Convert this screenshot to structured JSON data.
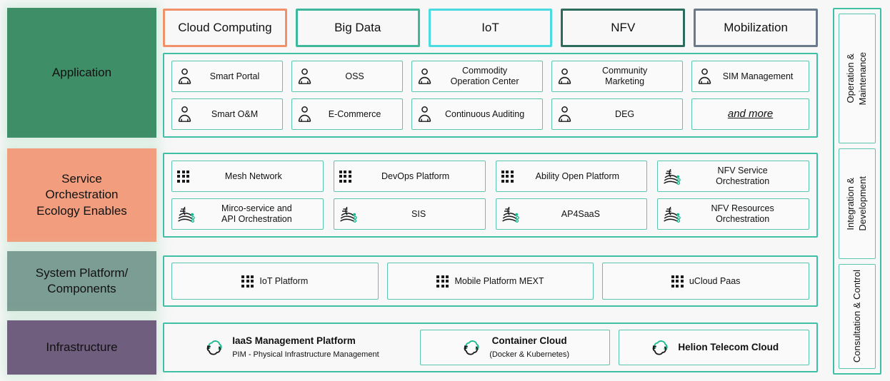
{
  "categories": [
    {
      "label": "Cloud Computing",
      "color": "#f0916a"
    },
    {
      "label": "Big Data",
      "color": "#3fb79b"
    },
    {
      "label": "IoT",
      "color": "#49dbe0"
    },
    {
      "label": "NFV",
      "color": "#2d6b5c"
    },
    {
      "label": "Mobilization",
      "color": "#6b7a8a"
    }
  ],
  "layers": [
    {
      "label": "Application",
      "color": "#3e8e68"
    },
    {
      "label": "Service\nOrchestration\nEcology Enables",
      "color": "#f29e7e"
    },
    {
      "label": "System Platform/\nComponents",
      "color": "#7c9d93"
    },
    {
      "label": "Infrastructure",
      "color": "#6f5e7e"
    }
  ],
  "application": {
    "items": [
      {
        "label": "Smart Portal",
        "icon": "person-icon"
      },
      {
        "label": "OSS",
        "icon": "person-icon"
      },
      {
        "label": "Commodity\nOperation Center",
        "icon": "person-icon"
      },
      {
        "label": "Community\nMarketing",
        "icon": "person-icon"
      },
      {
        "label": "SIM Management",
        "icon": "person-icon"
      },
      {
        "label": "Smart O&M",
        "icon": "person-icon"
      },
      {
        "label": "E-Commerce",
        "icon": "person-icon"
      },
      {
        "label": "Continuous Auditing",
        "icon": "person-icon"
      },
      {
        "label": "DEG",
        "icon": "person-icon"
      },
      {
        "label": "and more",
        "icon": "none"
      }
    ]
  },
  "service_orchestration": {
    "items": [
      {
        "label": "Mesh Network",
        "icon": "dot-grid-icon"
      },
      {
        "label": "DevOps Platform",
        "icon": "dot-grid-icon"
      },
      {
        "label": "Ability Open Platform",
        "icon": "dot-grid-icon"
      },
      {
        "label": "NFV Service\nOrchestration",
        "icon": "orchestration-icon"
      },
      {
        "label": "Mirco-service and\nAPI Orchestration",
        "icon": "orchestration-icon"
      },
      {
        "label": "SIS",
        "icon": "orchestration-icon"
      },
      {
        "label": "AP4SaaS",
        "icon": "orchestration-icon"
      },
      {
        "label": "NFV Resources\nOrchestration",
        "icon": "orchestration-icon"
      }
    ]
  },
  "system_platform": {
    "items": [
      {
        "label": "IoT Platform",
        "icon": "dot-grid-icon"
      },
      {
        "label": "Mobile Platform MEXT",
        "icon": "dot-grid-icon"
      },
      {
        "label": "uCloud Paas",
        "icon": "dot-grid-icon"
      }
    ]
  },
  "infrastructure": {
    "items": [
      {
        "title": "IaaS Management Platform",
        "subtitle": "PIM - Physical Infrastructure Management",
        "icon": "cloud-cycle-icon",
        "bordered": false
      },
      {
        "title": "Container Cloud",
        "subtitle": "(Docker & Kubernetes)",
        "icon": "cloud-cycle-icon",
        "bordered": true
      },
      {
        "title": "Helion Telecom Cloud",
        "subtitle": "",
        "icon": "cloud-cycle-icon",
        "bordered": true
      }
    ]
  },
  "sidebar": {
    "items": [
      {
        "label": "Operation &\nMaintenance"
      },
      {
        "label": "Integration &\nDevelopment"
      },
      {
        "label": "Consultation & Control"
      }
    ]
  }
}
